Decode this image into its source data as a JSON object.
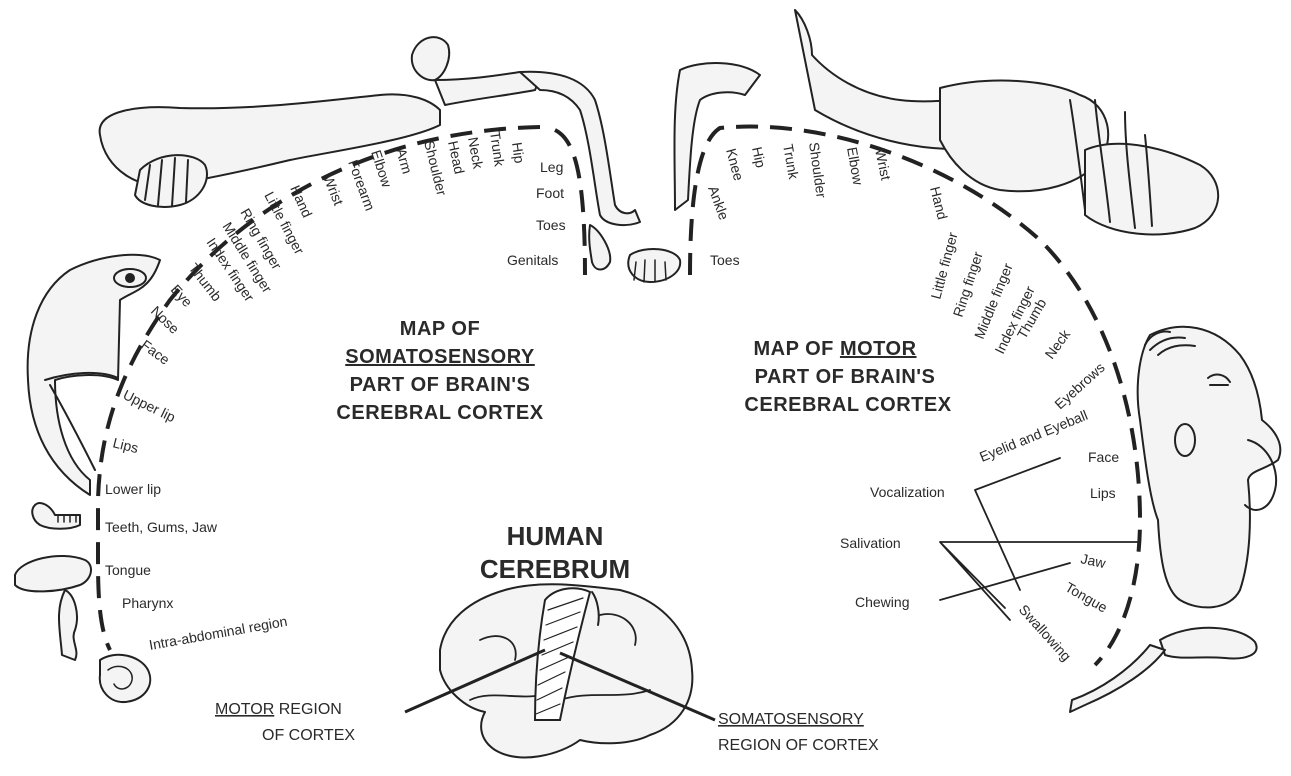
{
  "sensory": {
    "title_lines": [
      "MAP OF",
      "SOMATOSENSORY",
      "PART OF BRAIN'S",
      "CEREBRAL CORTEX"
    ],
    "labels": [
      "Leg",
      "Foot",
      "Toes",
      "Genitals",
      "Hip",
      "Trunk",
      "Neck",
      "Head",
      "Shoulder",
      "Arm",
      "Elbow",
      "Forearm",
      "Wrist",
      "Hand",
      "Little finger",
      "Ring finger",
      "Middle finger",
      "Index finger",
      "Thumb",
      "Eye",
      "Nose",
      "Face",
      "Upper lip",
      "Lips",
      "Lower lip",
      "Teeth, Gums, Jaw",
      "Tongue",
      "Pharynx",
      "Intra-abdominal region"
    ]
  },
  "motor": {
    "title_lines": [
      "MAP OF MOTOR",
      "PART OF BRAIN'S",
      "CEREBRAL CORTEX"
    ],
    "title_part1": "MAP OF ",
    "title_part2": "MOTOR",
    "labels": [
      "Knee",
      "Hip",
      "Trunk",
      "Shoulder",
      "Elbow",
      "Wrist",
      "Hand",
      "Ankle",
      "Toes",
      "Little finger",
      "Ring finger",
      "Middle finger",
      "Index finger",
      "Thumb",
      "Neck",
      "Eyebrows",
      "Eyelid and Eyeball",
      "Face",
      "Lips",
      "Vocalization",
      "Salivation",
      "Chewing",
      "Jaw",
      "Tongue",
      "Swallowing"
    ]
  },
  "center": {
    "title_lines": [
      "HUMAN",
      "CEREBRUM"
    ],
    "motor_caption": [
      "MOTOR",
      " REGION",
      "OF CORTEX"
    ],
    "sensory_caption": [
      "SOMATOSENSORY",
      "REGION OF CORTEX"
    ]
  }
}
